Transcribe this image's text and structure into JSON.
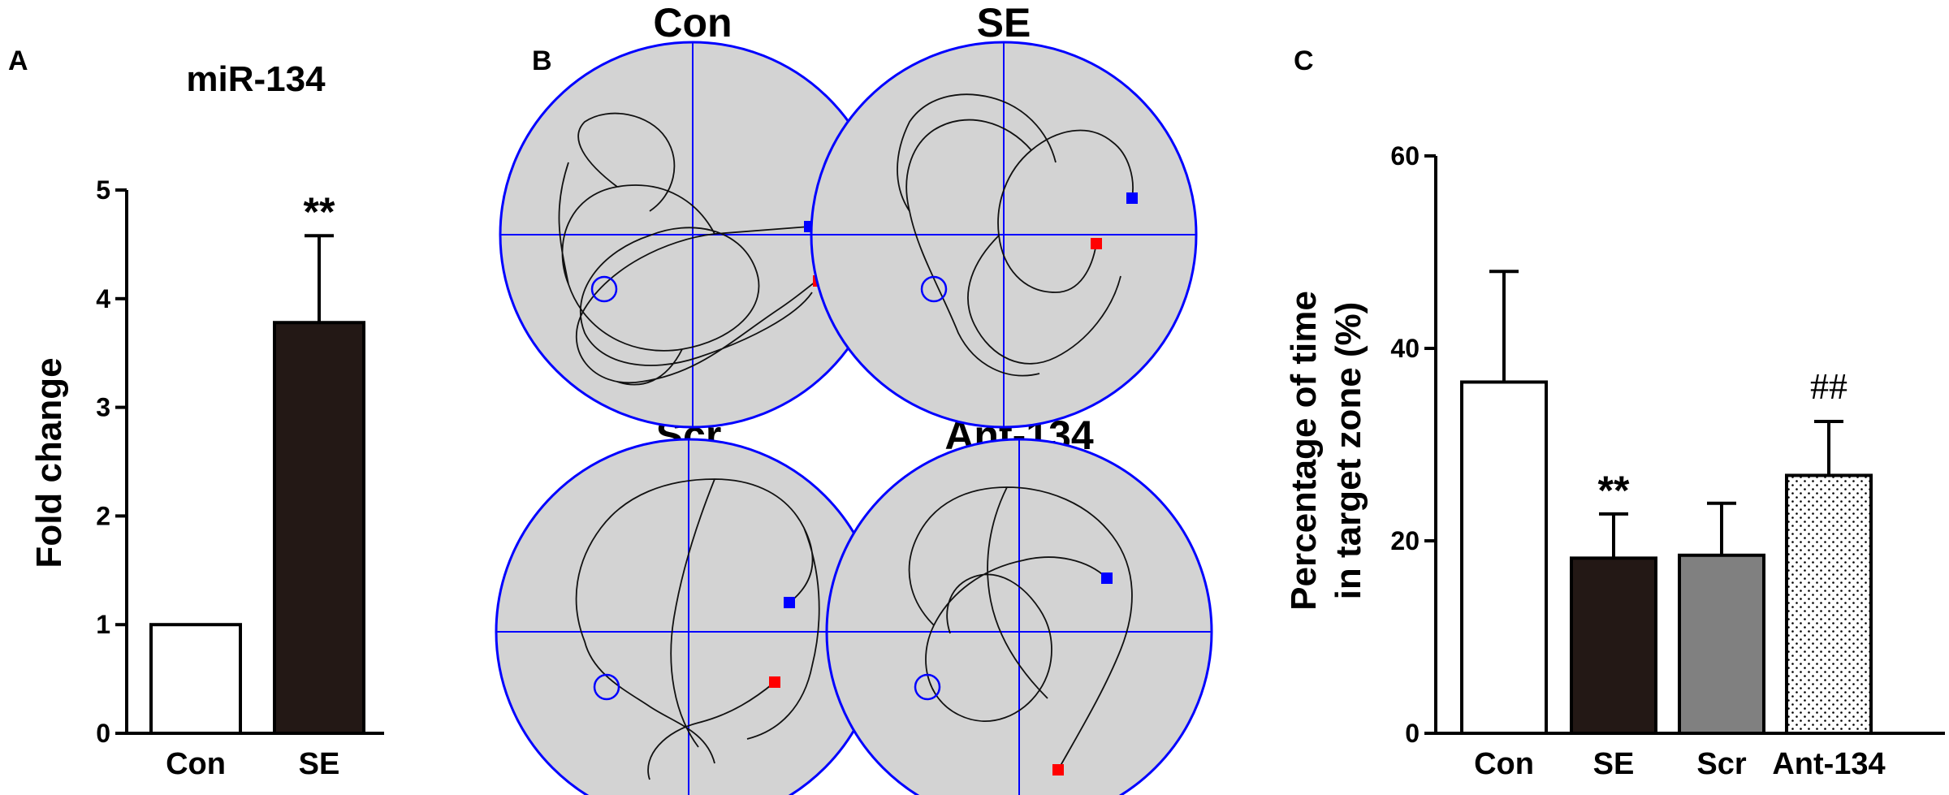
{
  "panels": {
    "a_label": "A",
    "b_label": "B",
    "c_label": "C"
  },
  "chart_data": [
    {
      "type": "bar",
      "title": "miR-134",
      "xlabel": "",
      "ylabel": "Fold change",
      "ylim": [
        0,
        5
      ],
      "yticks": [
        "0",
        "1",
        "2",
        "3",
        "4",
        "5"
      ],
      "categories": [
        "Con",
        "SE"
      ],
      "values": [
        1.0,
        3.78
      ],
      "errors": [
        0,
        0.8
      ],
      "significance": [
        "",
        "**"
      ],
      "fills": [
        "#ffffff",
        "#231815"
      ],
      "grid": false,
      "legend": "none"
    },
    {
      "type": "bar",
      "title": "",
      "xlabel": "",
      "ylabel": "Percentage of time in target zone (%)",
      "ylabel_lines": [
        "Percentage of time",
        "in target zone (%)"
      ],
      "ylim": [
        0,
        60
      ],
      "yticks": [
        "0",
        "20",
        "40",
        "60"
      ],
      "categories": [
        "Con",
        "SE",
        "Scr",
        "Ant-134"
      ],
      "values": [
        36.5,
        18.2,
        18.5,
        26.8
      ],
      "errors": [
        11.5,
        4.6,
        5.4,
        5.6
      ],
      "significance": [
        "",
        "**",
        "",
        "##"
      ],
      "fills": [
        "#ffffff",
        "#231815",
        "#808080",
        "dotted"
      ],
      "grid": false,
      "legend": "none"
    }
  ],
  "mazes": {
    "colors": {
      "pool": "#d3d3d3",
      "lines": "#0000ff",
      "start": "#0000ff",
      "end": "#ff0000",
      "path": "#111111"
    },
    "items": [
      {
        "title": "Con"
      },
      {
        "title": "SE"
      },
      {
        "title": "Scr"
      },
      {
        "title": "Ant-134"
      }
    ]
  }
}
